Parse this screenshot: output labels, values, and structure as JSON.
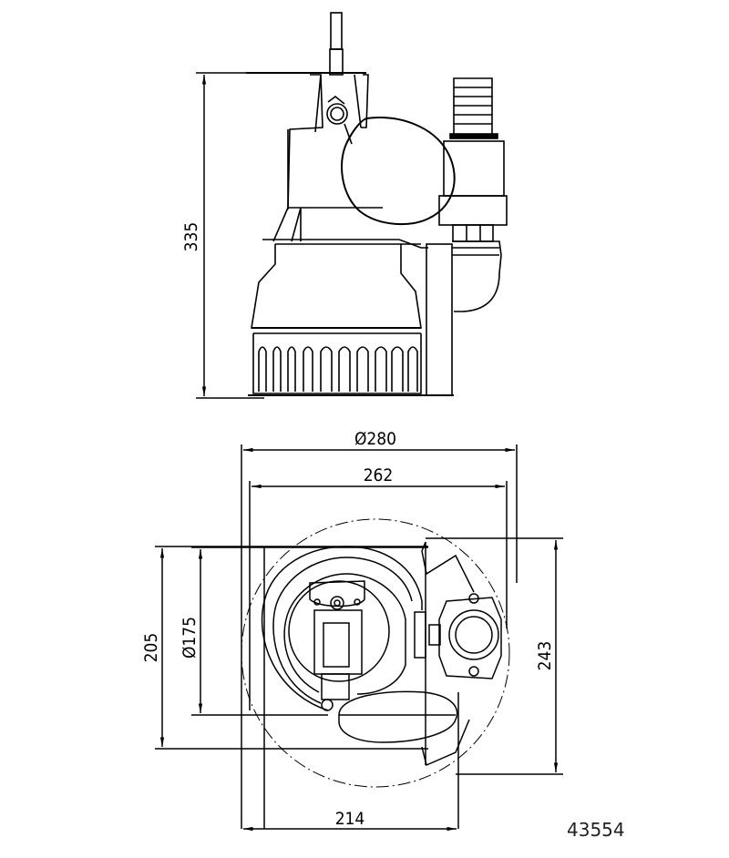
{
  "drawing": {
    "title": "Submersible pump dimension drawing",
    "drawing_number": "43554",
    "line_color": "#000000",
    "background": "#ffffff"
  },
  "views": [
    {
      "name": "side-view",
      "description": "Elevation of pump with float switch and hose connector"
    },
    {
      "name": "top-view",
      "description": "Plan view of pump with outer diameter outline"
    }
  ],
  "dimensions": {
    "height": "335",
    "outer_diameter": "Ø280",
    "width_top": "262",
    "depth_left": "205",
    "inner_diameter": "Ø175",
    "depth_right": "243",
    "width_bottom": "214"
  }
}
